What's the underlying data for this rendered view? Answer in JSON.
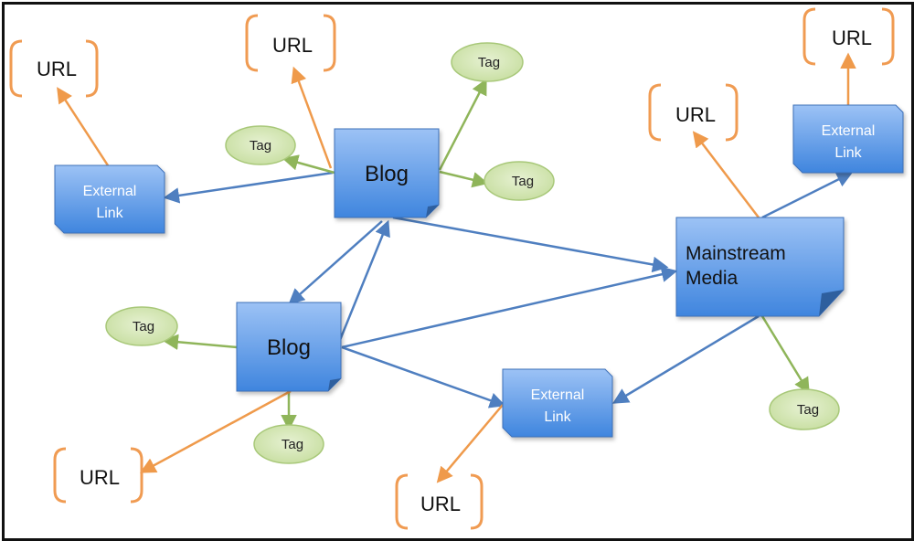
{
  "nodes": {
    "blog_top": {
      "label": "Blog"
    },
    "blog_bottom": {
      "label": "Blog"
    },
    "media": {
      "line1": "Mainstream",
      "line2": "Media"
    },
    "ext_left": {
      "line1": "External",
      "line2": "Link"
    },
    "ext_right": {
      "line1": "External",
      "line2": "Link"
    },
    "ext_bottom": {
      "line1": "External",
      "line2": "Link"
    }
  },
  "tags": [
    {
      "label": "Tag"
    },
    {
      "label": "Tag"
    },
    {
      "label": "Tag"
    },
    {
      "label": "Tag"
    },
    {
      "label": "Tag"
    },
    {
      "label": "Tag"
    }
  ],
  "urls": [
    {
      "label": "URL"
    },
    {
      "label": "URL"
    },
    {
      "label": "URL"
    },
    {
      "label": "URL"
    },
    {
      "label": "URL"
    },
    {
      "label": "URL"
    }
  ],
  "colors": {
    "node_fill_top": "#8db8f2",
    "node_fill_bottom": "#3e86e0",
    "node_stroke": "#3d6fb8",
    "edge_blue": "#4f7fc0",
    "edge_green": "#8fb55a",
    "edge_orange": "#ef9a4b",
    "tag_fill": "#d4e6b3",
    "tag_stroke": "#a8c879",
    "bracket": "#f09b52"
  }
}
